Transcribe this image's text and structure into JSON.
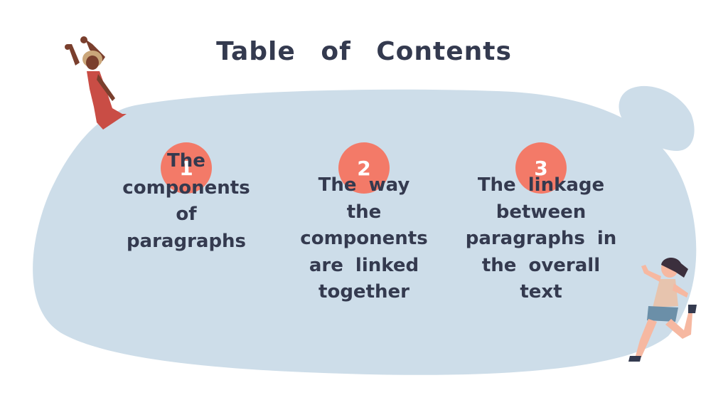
{
  "title": "Table of Contents",
  "colors": {
    "blob": "#cddde9",
    "badge": "#f37a68",
    "text": "#343a4f",
    "skin_dark": "#7a3f2d",
    "dress": "#c94d45",
    "skin_light": "#f6b8a1",
    "hair": "#3b2f3d",
    "shorts": "#6b8fa8"
  },
  "items": [
    {
      "number": "1",
      "label": "The components of paragraphs"
    },
    {
      "number": "2",
      "label": "The way the components are linked together"
    },
    {
      "number": "3",
      "label": "The linkage between paragraphs in the overall text"
    }
  ],
  "illustrations": {
    "left": "dancing-woman-red-dress",
    "right": "running-woman"
  }
}
